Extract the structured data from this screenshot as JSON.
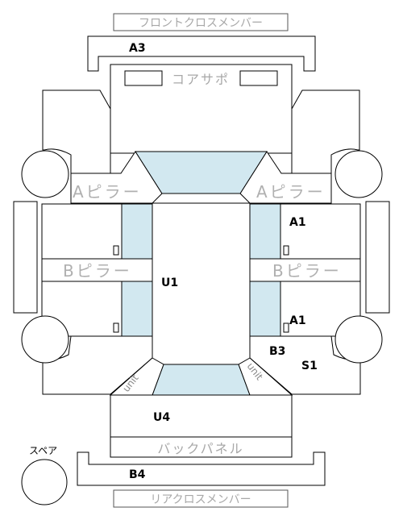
{
  "labels": {
    "front_cross_member": "フロントクロスメンバー",
    "core_support": "コアサポ",
    "a_pillar_left": "Aピラー",
    "a_pillar_right": "Aピラー",
    "b_pillar_left": "Bピラー",
    "b_pillar_right": "Bピラー",
    "back_panel": "バックパネル",
    "rear_cross_member": "リアクロスメンバー",
    "spare": "スペア",
    "unit_left": "unit",
    "unit_right": "unit"
  },
  "codes": {
    "a3": "A3",
    "a1_upper": "A1",
    "a1_lower": "A1",
    "u1": "U1",
    "b3": "B3",
    "s1": "S1",
    "u4": "U4",
    "b4": "B4"
  },
  "colors": {
    "glass": "#d2e8f0",
    "outline": "#000000",
    "label_gray": "#b0b0b0"
  }
}
